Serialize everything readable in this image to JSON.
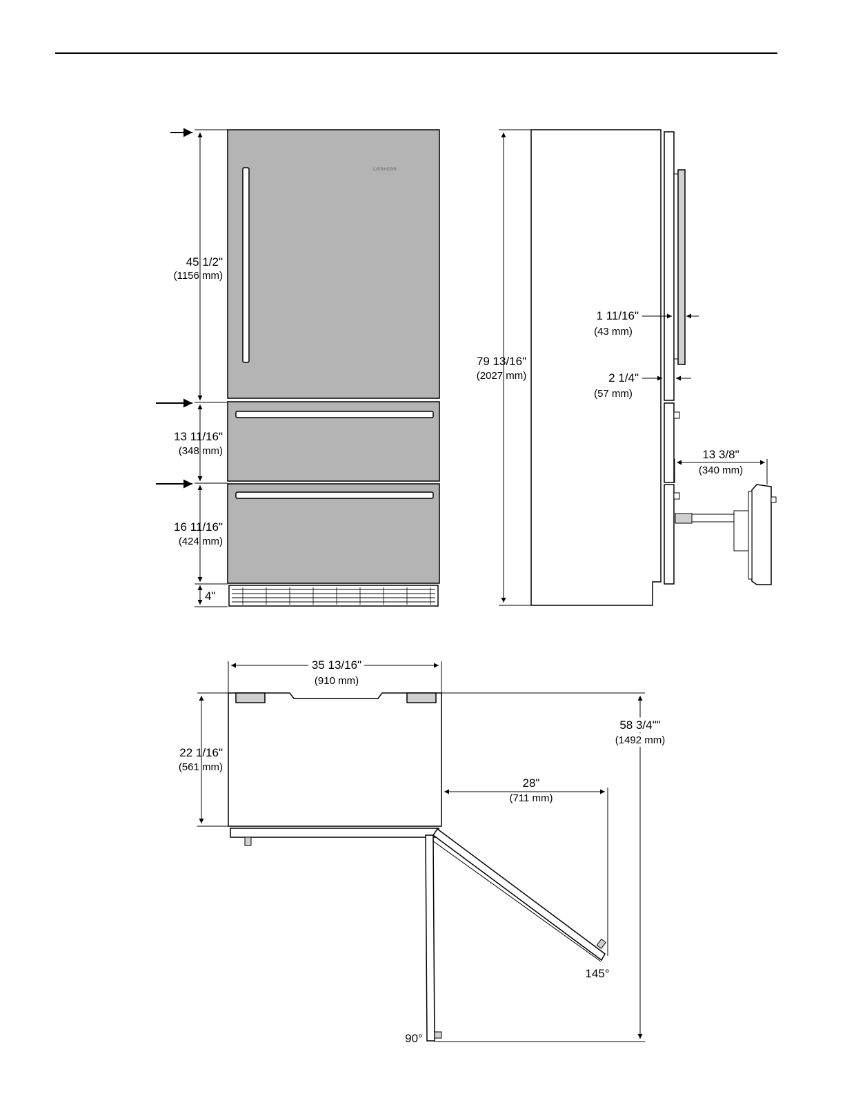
{
  "front_view": {
    "brand": "LIEBHERR",
    "dims": {
      "door_height": {
        "imperial": "45 1/2\"",
        "metric": "(1156 mm)"
      },
      "drawer1_height": {
        "imperial": "13 11/16\"",
        "metric": "(348 mm)"
      },
      "drawer2_height": {
        "imperial": "16 11/16\"",
        "metric": "(424 mm)"
      },
      "base_height": {
        "imperial": "4\""
      }
    }
  },
  "side_view": {
    "dims": {
      "total_height": {
        "imperial": "79 13/16\"",
        "metric": "(2027 mm)"
      },
      "handle_depth": {
        "imperial": "1 11/16\"",
        "metric": "(43 mm)"
      },
      "door_thickness": {
        "imperial": "2 1/4\"",
        "metric": "(57 mm)"
      },
      "drawer_extension": {
        "imperial": "13 3/8\"",
        "metric": "(340 mm)"
      }
    }
  },
  "top_view": {
    "dims": {
      "width": {
        "imperial": "35 13/16\"",
        "metric": "(910 mm)"
      },
      "depth": {
        "imperial": "22 1/16\"",
        "metric": "(561 mm)"
      },
      "total_depth_open": {
        "imperial": "58 3/4\"\"",
        "metric": "(1492 mm)"
      },
      "clearance": {
        "imperial": "28\"",
        "metric": "(711 mm)"
      }
    },
    "angles": {
      "wide": "145°",
      "ninety": "90°"
    }
  }
}
